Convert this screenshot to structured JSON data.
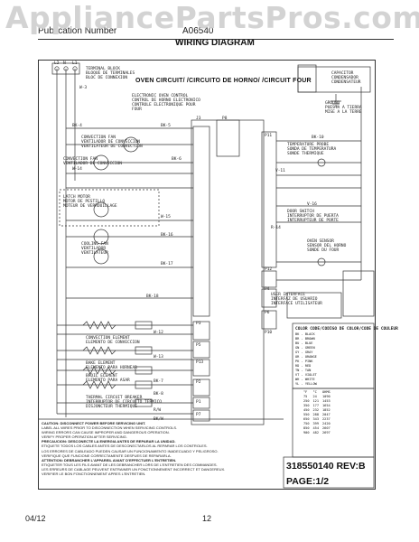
{
  "watermark": "AppliancePartsPros.com",
  "header": {
    "publication": "Publication Number",
    "part_number": "A06540",
    "title": "WIRING DIAGRAM"
  },
  "terminal_block": {
    "pins": [
      "L2",
      "N",
      "L1"
    ],
    "label_lines": [
      "TERMINAL BLOCK",
      "BLOQUE DE TERMINALES",
      "BLOC DE CONNEXION"
    ]
  },
  "circuit_title": "OVEN CIRCUIT/ /CIRCUITO DE HORNO/ /CIRCUIT FOUR",
  "eoc_lines": [
    "ELECTRONIC OVEN CONTROL",
    "CONTROL DE HORNO ELECTRONICO",
    "CONTROLE ELECTRONIQUE POUR",
    "FOUR"
  ],
  "connectors": [
    "J3",
    "P8",
    "P3",
    "P5",
    "P13",
    "P2",
    "P1",
    "P7",
    "P11",
    "P12",
    "P4",
    "P6",
    "P10"
  ],
  "component_labels": [
    "CONVECTION FAN",
    "VENTILADOR DE CONVECCION",
    "VENTILATEUR DE CONVECTION",
    "CONVECTION FAN",
    "VENTILADOR DE CONVECCION",
    "LATCH MOTOR",
    "MOTOR DE PESTILLO",
    "MOTEUR DE VERROUILLAGE",
    "COOLING FAN",
    "VENTILADOR",
    "VENTILATEUR",
    "CONVECTION ELEMENT",
    "ELEMENTO DE CONVECCION",
    "BAKE ELEMENT",
    "ELEMENTO PARA HORNEAR",
    "BROIL ELEMENT",
    "ELEMENTO PARA ASAR",
    "THERMAL CIRCUIT BREAKER",
    "INTERRUPTOR DE CIRCUITO TERMICO",
    "DISJONCTEUR THERMIQUE"
  ],
  "right_labels": {
    "capacitor": [
      "CAPACITOR",
      "CONDENSADOR",
      "CONDENSATEUR"
    ],
    "ground": [
      "GROUND",
      "PUESTA A TIERRA",
      "MISE A LA TERRE"
    ],
    "temp_probe": [
      "TEMPERATURE PROBE",
      "SONDA DE TEMPERATURA",
      "SONDE THERMIQUE"
    ],
    "door_switch": [
      "DOOR SWITCH",
      "INTERRUPTOR DE PUERTA",
      "INTERRUPTEUR DE PORTE"
    ],
    "sensor": [
      "OVEN SENSOR",
      "SENSOR DEL HORNO",
      "SONDE DU FOUR"
    ],
    "user_interface": [
      "USER INTERFACE",
      "INTERFAZ DE USUARIO",
      "INTERFACE UTILISATEUR"
    ]
  },
  "color_code_title": "COLOR CODE/CODIGO DE COLOR/CODE DE COULEUR",
  "color_codes": [
    "BK - BLACK",
    "BR - BROWN",
    "BU - BLUE",
    "GN - GREEN",
    "GY - GRAY",
    "OR - ORANGE",
    "PK - PINK",
    "RD - RED",
    "TN - TAN",
    "VT - VIOLET",
    "WH - WHITE",
    "YL - YELLOW"
  ],
  "rtd_table": {
    "headers": [
      "°F",
      "°C",
      "OHMS"
    ],
    "rows": [
      [
        "75",
        "24",
        "1090"
      ],
      [
        "250",
        "121",
        "1453"
      ],
      [
        "350",
        "177",
        "1654"
      ],
      [
        "450",
        "232",
        "1852"
      ],
      [
        "550",
        "288",
        "2047"
      ],
      [
        "650",
        "343",
        "2237"
      ],
      [
        "750",
        "399",
        "2420"
      ],
      [
        "850",
        "454",
        "2607"
      ],
      [
        "900",
        "482",
        "2697"
      ]
    ]
  },
  "wire_tags": [
    "W-3",
    "BK-4",
    "BK-5",
    "BK-6",
    "W-14",
    "W-15",
    "BK-16",
    "BK-17",
    "BK-10",
    "V-11",
    "V-16",
    "R-14",
    "BK-18",
    "W-12",
    "W-13",
    "R/W",
    "BK/W",
    "BK-7",
    "BK-8"
  ],
  "caution_lines": [
    "CAUTION: DISCONNECT POWER BEFORE SERVICING UNIT.",
    "LABEL ALL WIRES PRIOR TO DISCONNECTION WHEN SERVICING CONTROLS.",
    "WIRING ERRORS CAN CAUSE IMPROPER AND DANGEROUS OPERATION.",
    "VERIFY PROPER OPERATION AFTER SERVICING.",
    "PRECAUCION: DESCONECTE LA ENERGIA ANTES DE REPARAR LA UNIDAD.",
    "ETIQUETE TODOS LOS CABLES ANTES DE DESCONECTARLOS AL REPARAR LOS CONTROLES.",
    "LOS ERRORES DE CABLEADO PUEDEN CAUSAR UN FUNCIONAMIENTO INADECUADO Y PELIGROSO.",
    "VERIFIQUE QUE FUNCIONE CORRECTAMENTE DESPUES DE REPARARLA.",
    "ATTENTION: DEBRANCHER L'APPAREIL AVANT D'EFFECTUER L'ENTRETIEN.",
    "ETIQUETER TOUS LES FILS AVANT DE LES DEBRANCHER LORS DE L'ENTRETIEN DES COMMANDES.",
    "LES ERREURS DE CABLAGE PEUVENT ENTRAINER UN FONCTIONNEMENT INCORRECT ET DANGEREUX.",
    "VERIFIER LE BON FONCTIONNEMENT APRES L'ENTRETIEN."
  ],
  "part_number": "318550140 REV:B",
  "page": "PAGE:1/2",
  "footer": {
    "date": "04/12",
    "page_number": "12"
  }
}
